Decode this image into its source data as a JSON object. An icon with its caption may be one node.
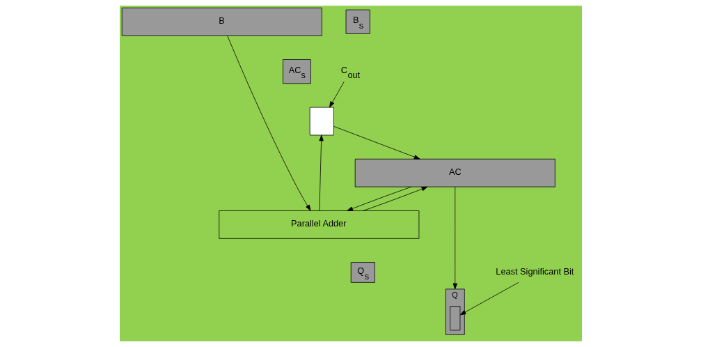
{
  "diagram": {
    "nodes": [
      {
        "text": [
          "B$_{s}$"
        ]
      },
      {
        "text": [
          "B"
        ]
      },
      {
        "text": [
          "Parallel Adder"
        ]
      },
      {
        "text": [
          "AC$_{s}$"
        ]
      },
      {
        "text": [
          "Q$_{s}$"
        ]
      },
      {
        "text": [],
        "shape": "box"
      },
      {
        "text": [
          "AC"
        ]
      },
      {
        "text": [
          "Q"
        ]
      },
      {
        "text": [],
        "shape": "bar",
        "in": 7
      },
      {
        "text": [
          "C$_{out}$"
        ]
      },
      {
        "text": [
          "Least Significant Bit"
        ]
      }
    ],
    "edges": [
      {
        "from": 1,
        "to": 2,
        "arrow": "to"
      },
      {
        "from": 2,
        "to": 5,
        "arrow": "to"
      },
      {
        "from": 5,
        "to": 6,
        "arrow": "to"
      },
      {
        "from": 6,
        "to": 2,
        "arrow": "to"
      },
      {
        "from": 2,
        "to": 6,
        "arrow": "to"
      },
      {
        "from": 6,
        "to": 7,
        "arrow": "to"
      },
      {
        "from": 9,
        "to": 5,
        "arrow": "to"
      },
      {
        "from": 10,
        "to": 8,
        "arrow": "to"
      }
    ]
  }
}
